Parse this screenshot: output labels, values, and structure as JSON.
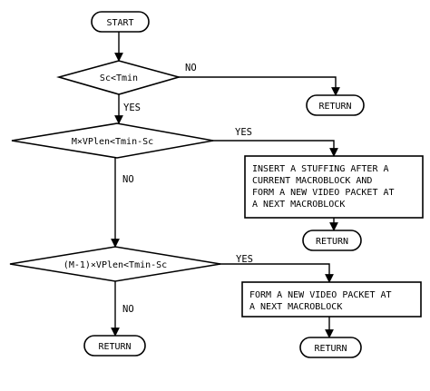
{
  "nodes": {
    "start": "START",
    "cond1": "Sc<Tmin",
    "return1": "RETURN",
    "cond2": "M×VPlen<Tmin-Sc",
    "action1": [
      "INSERT A STUFFING AFTER A",
      "CURRENT MACROBLOCK AND",
      "FORM A NEW VIDEO PACKET AT",
      "A NEXT MACROBLOCK"
    ],
    "return2": "RETURN",
    "cond3": "(M-1)×VPlen<Tmin-Sc",
    "action2": [
      "FORM A NEW VIDEO PACKET AT",
      "A NEXT MACROBLOCK"
    ],
    "return3": "RETURN",
    "return4": "RETURN"
  },
  "edge_labels": {
    "cond1_no": "NO",
    "cond1_yes": "YES",
    "cond2_yes": "YES",
    "cond2_no": "NO",
    "cond3_yes": "YES",
    "cond3_no": "NO"
  }
}
